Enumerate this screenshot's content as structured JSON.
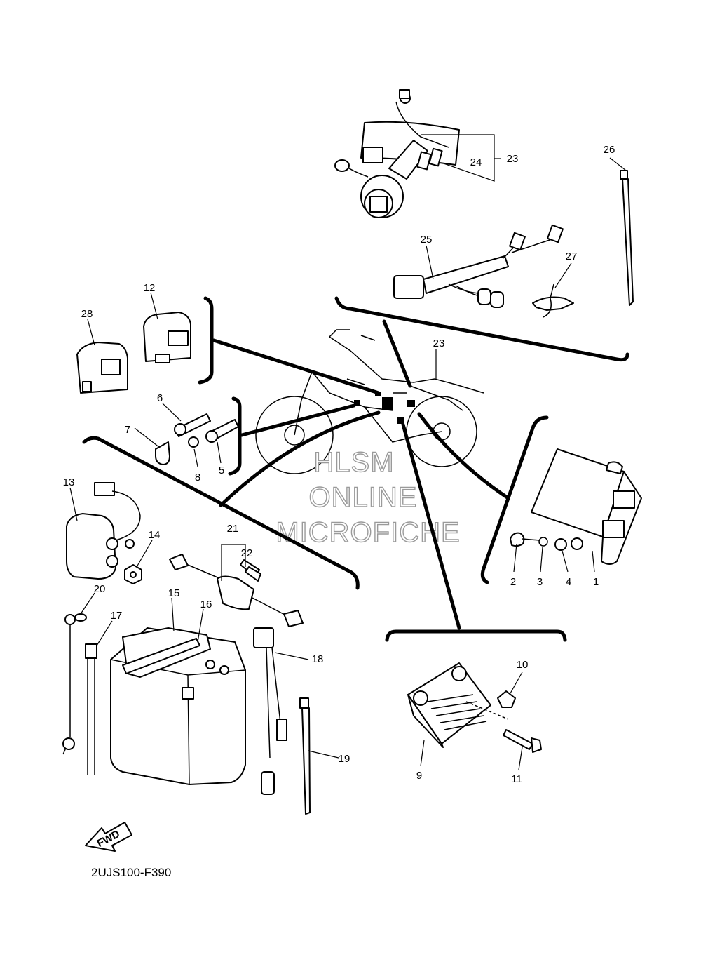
{
  "diagram_code": "2UJS100-F390",
  "fwd_arrow_label": "FWD",
  "watermark": [
    "HLSM",
    "ONLINE",
    "MICROFICHE"
  ],
  "callouts": {
    "p1": "1",
    "p2": "2",
    "p3": "3",
    "p4": "4",
    "p5": "5",
    "p6": "6",
    "p7": "7",
    "p8": "8",
    "p9": "9",
    "p10": "10",
    "p11": "11",
    "p12": "12",
    "p13": "13",
    "p14": "14",
    "p15": "15",
    "p16": "16",
    "p17": "17",
    "p18": "18",
    "p19": "19",
    "p20": "20",
    "p21": "21",
    "p22": "22",
    "p23a": "23",
    "p23b": "23",
    "p24": "24",
    "p25": "25",
    "p26": "26",
    "p27": "27",
    "p28": "28"
  }
}
